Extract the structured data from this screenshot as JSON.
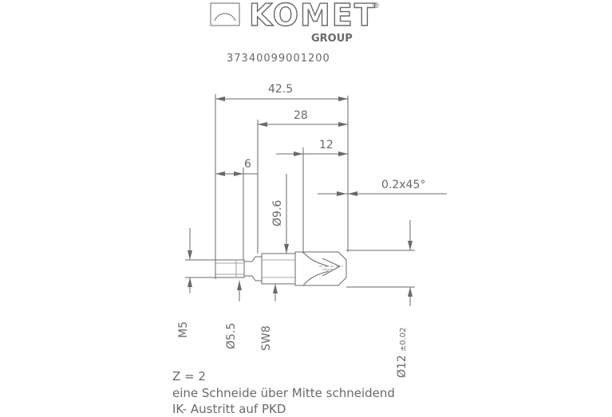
{
  "logo": {
    "brand": "KOMET",
    "registered": "®",
    "group": "GROUP"
  },
  "part_number": "37340099001200",
  "dimensions": {
    "overall_length": "42.5",
    "length_28": "28",
    "length_12": "12",
    "length_6": "6",
    "chamfer": "0.2x45°",
    "dia_9_6": "Ø9.6",
    "thread": "M5",
    "dia_5_5": "Ø5.5",
    "wrench": "SW8",
    "dia_12": "Ø12",
    "dia_12_tol": "±0.02"
  },
  "notes": [
    "Z = 2",
    "eine Schneide über Mitte schneidend",
    "IK- Austritt auf PKD"
  ]
}
